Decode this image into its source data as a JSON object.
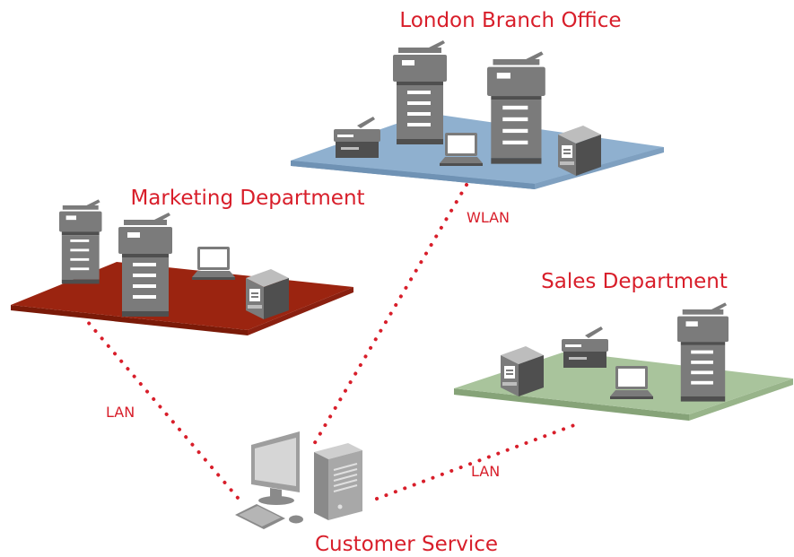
{
  "sites": {
    "london": {
      "label": "London Branch Office",
      "platform_color": "#8fb0cf",
      "platform_edge": "#6f92b4"
    },
    "marketing": {
      "label": "Marketing Department",
      "platform_color": "#9b2410",
      "platform_edge": "#7a1a08"
    },
    "sales": {
      "label": "Sales Department",
      "platform_color": "#a9c49c",
      "platform_edge": "#86a378"
    },
    "customer_service": {
      "label": "Customer Service"
    }
  },
  "links": {
    "marketing_to_cs": "LAN",
    "london_to_cs": "WLAN",
    "sales_to_cs": "LAN"
  },
  "colors": {
    "accent": "#d81e2a",
    "device": "#7b7b7b"
  },
  "icons": [
    "multifunction-printer-icon",
    "desktop-printer-icon",
    "inkjet-printer-icon",
    "laptop-icon",
    "desktop-computer-icon",
    "keyboard-icon",
    "mouse-icon"
  ]
}
